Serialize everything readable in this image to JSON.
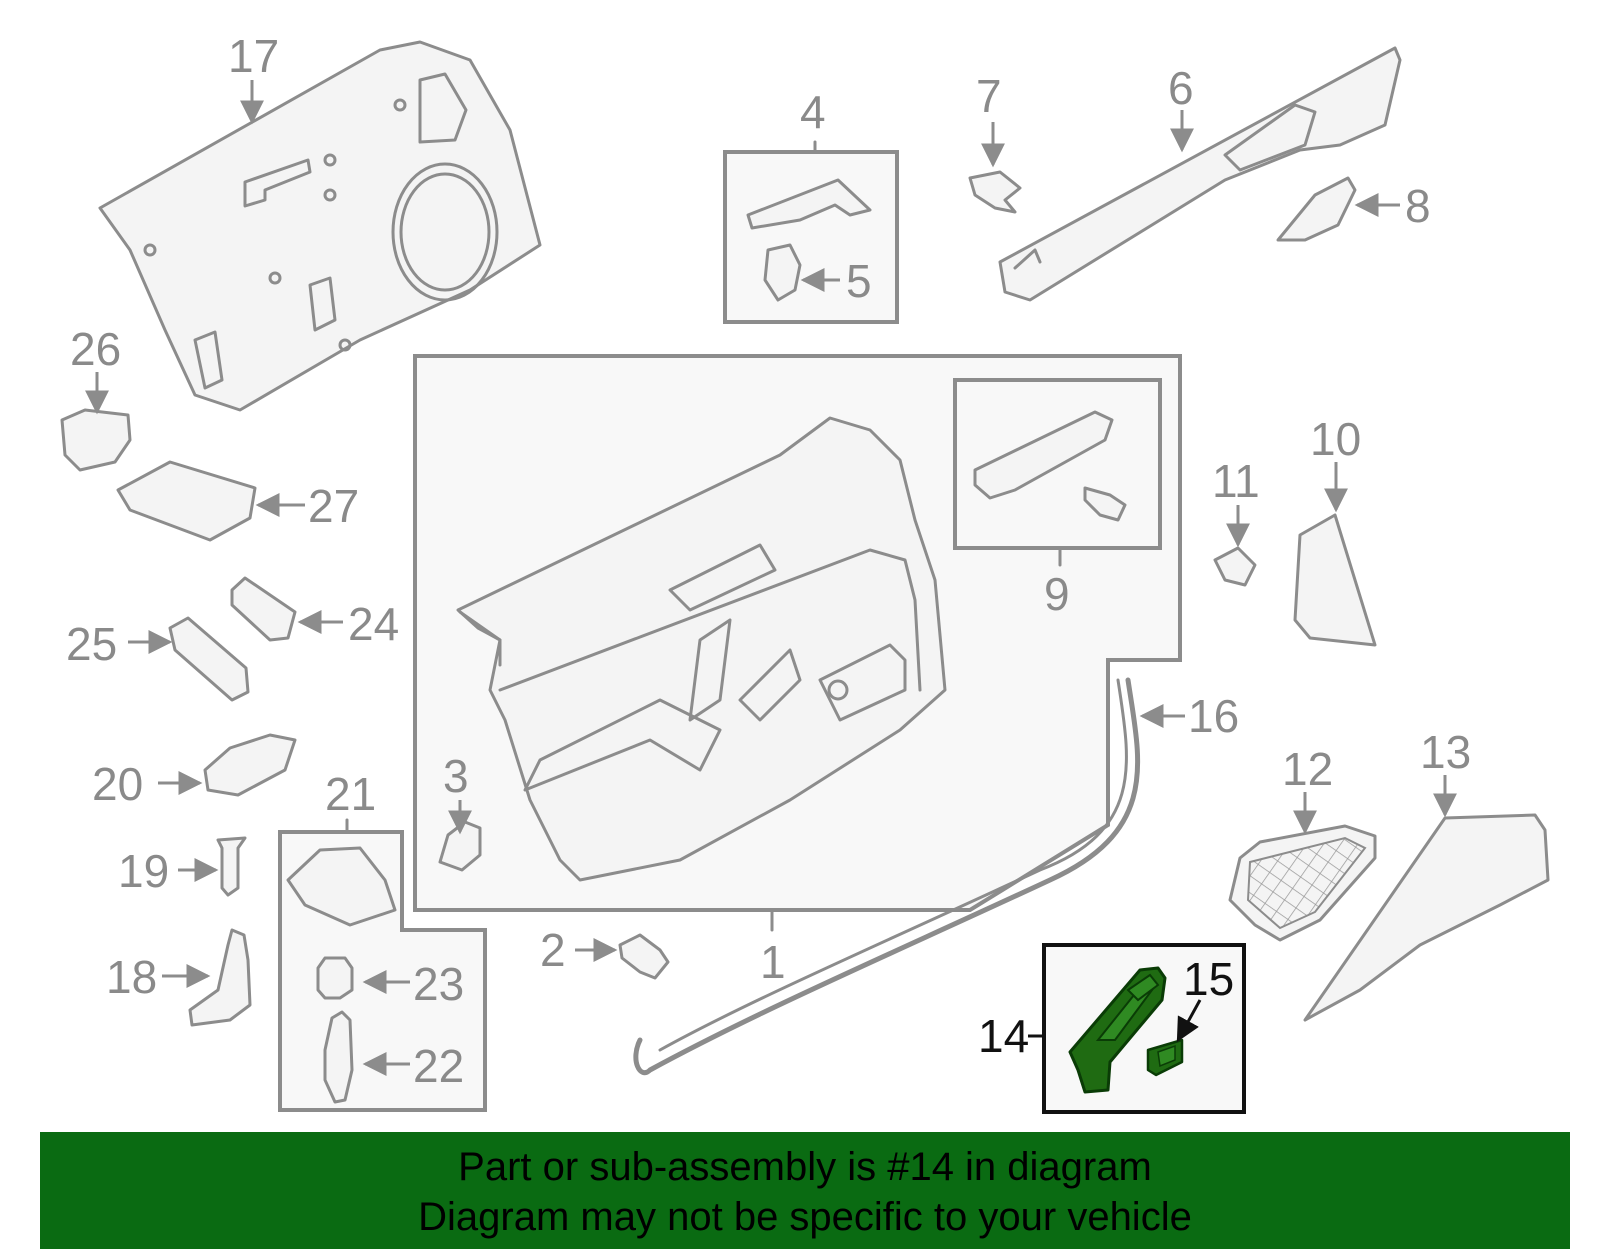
{
  "colors": {
    "banner_background": "#0a6b12",
    "highlight_part": "#1f6b12",
    "line_gray": "#8c8c8c"
  },
  "callouts": {
    "c1": "1",
    "c2": "2",
    "c3": "3",
    "c4": "4",
    "c5": "5",
    "c6": "6",
    "c7": "7",
    "c8": "8",
    "c9": "9",
    "c10": "10",
    "c11": "11",
    "c12": "12",
    "c13": "13",
    "c14": "14",
    "c15": "15",
    "c16": "16",
    "c17": "17",
    "c18": "18",
    "c19": "19",
    "c20": "20",
    "c21": "21",
    "c22": "22",
    "c23": "23",
    "c24": "24",
    "c25": "25",
    "c26": "26",
    "c27": "27"
  },
  "banner": {
    "line1": "Part or sub-assembly is #14 in diagram",
    "line2": "Diagram may not be specific to your vehicle"
  }
}
